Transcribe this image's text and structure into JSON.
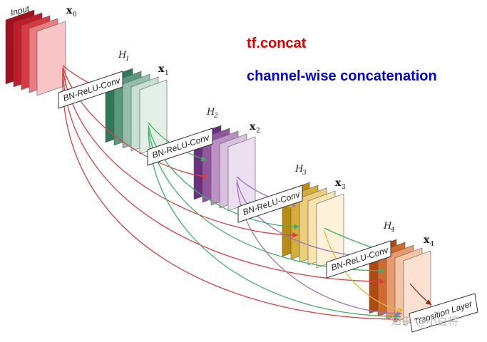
{
  "texts": {
    "input": "Input",
    "x0": "x",
    "x0_sub": "0",
    "x1": "x",
    "x1_sub": "1",
    "x2": "x",
    "x2_sub": "2",
    "x3": "x",
    "x3_sub": "3",
    "x4": "x",
    "x4_sub": "4",
    "h1": "H",
    "h1_sub": "1",
    "h2": "H",
    "h2_sub": "2",
    "h3": "H",
    "h3_sub": "3",
    "h4": "H",
    "h4_sub": "4",
    "bn1": "BN-ReLU-Conv",
    "bn2": "BN-ReLU-Conv",
    "bn3": "BN-ReLU-Conv",
    "bn4": "BN-ReLU-Conv",
    "transition": "Transition Layer",
    "concat": "tf.concat",
    "channel_wise": "channel-wise concatenation",
    "watermark": "知乎 @小白将"
  },
  "colors": {
    "concat_text": "#e00000",
    "channel_text": "#0000d0",
    "input_stack": [
      "#a3101c",
      "#c01c2a",
      "#d83a44",
      "#ec7b80",
      "#f8c4c6"
    ],
    "h1_stack": [
      "#2e7a58",
      "#5a9a7c",
      "#93bfa8",
      "#c6dfd2",
      "#e3f0e8"
    ],
    "h2_stack": [
      "#6b2f80",
      "#93569e",
      "#bb91c4",
      "#d9c0df",
      "#ece0f0"
    ],
    "h3_stack": [
      "#b88d10",
      "#d5ae3a",
      "#ebcd7a",
      "#f6e3b0",
      "#fdf2d9"
    ],
    "h4_stack": [
      "#b04a10",
      "#d06a2c",
      "#e89a6c",
      "#f5c5a6",
      "#fbe1d2"
    ],
    "red_link": "#d84040",
    "green_link": "#40b060",
    "purple_link": "#a070c0",
    "yellow_link": "#e8b830",
    "dark_link": "#8b2e1a"
  }
}
